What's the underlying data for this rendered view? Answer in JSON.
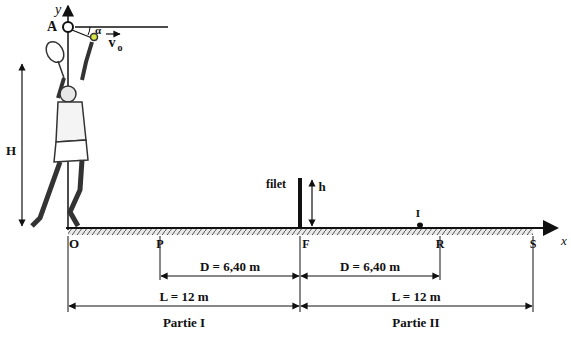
{
  "diagram": {
    "labels": [
      "y",
      "A",
      "α",
      "v",
      "o",
      "H",
      "filet",
      "h",
      "I",
      "O",
      "P",
      "F",
      "R",
      "S",
      "x",
      "D = 6,40 m",
      "D = 6,40 m",
      "L = 12 m",
      "L = 12 m",
      "Partie I",
      "Partie II"
    ]
  }
}
